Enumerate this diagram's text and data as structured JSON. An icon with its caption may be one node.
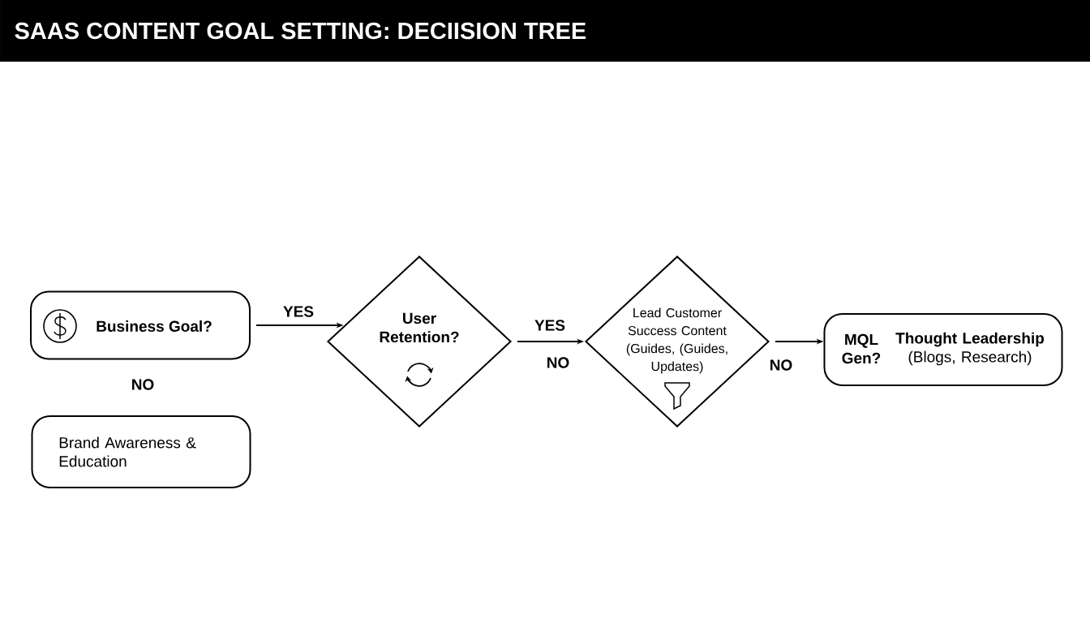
{
  "diagram": {
    "title": "SAAS CONTENT GOAL SETTING: DECIISION TREE",
    "nodes": [
      {
        "text": [
          "Business Goal?"
        ]
      },
      {
        "text": [
          "Brand Awareness & Education"
        ]
      },
      {
        "text": [
          "User Retention?"
        ]
      },
      {
        "text": [
          "Lead Customer Success Content (Guides, (Guides, Updates)"
        ]
      },
      {
        "text": [
          "MQL Gen?",
          "**Thought Leadership** (Blogs, Research)"
        ]
      }
    ],
    "edges": [
      {
        "from": 0,
        "to": 2,
        "arrow": "to",
        "label": "YES"
      },
      {
        "from": 2,
        "to": 3,
        "arrow": "to",
        "label": "YES"
      },
      {
        "from": 3,
        "to": 4,
        "arrow": "to",
        "label": "NO"
      }
    ],
    "labels": [
      "NO",
      "NO"
    ]
  }
}
